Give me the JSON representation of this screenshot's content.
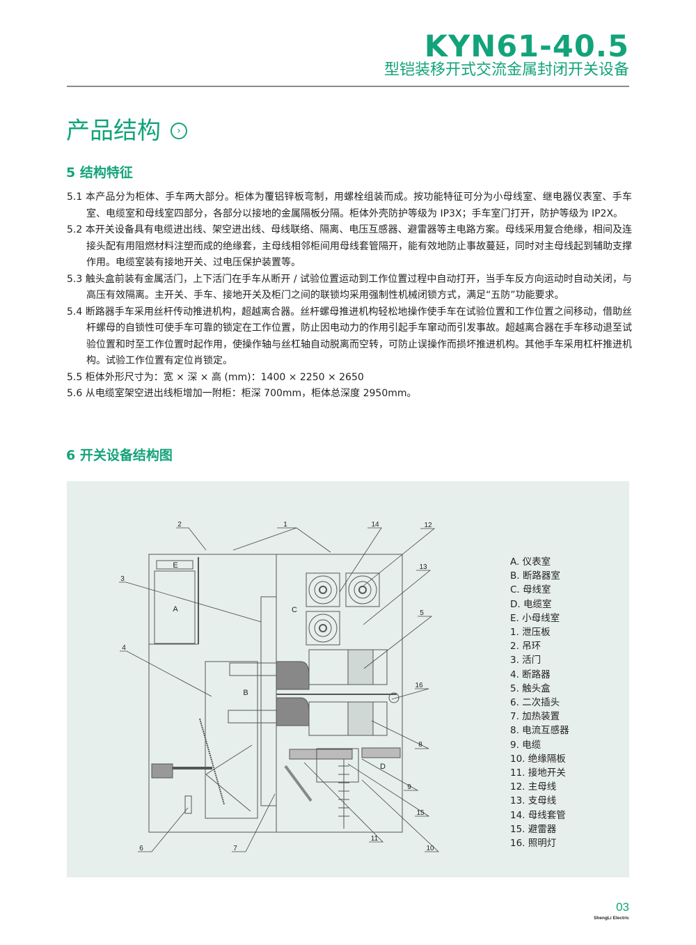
{
  "header": {
    "model": "KYN61-40.5",
    "subtitle": "型铠装移开式交流金属封闭开关设备"
  },
  "section": {
    "title": "产品结构",
    "icon": "chevron-right-circle-icon"
  },
  "features": {
    "heading": "5 结构特征",
    "items": [
      "5.1 本产品分为柜体、手车两大部分。柜体为覆铝锌板弯制，用螺栓组装而成。按功能特征可分为小母线室、继电器仪表室、手车室、电缆室和母线室四部分，各部分以接地的金属隔板分隔。柜体外壳防护等级为 IP3X；手车室门打开，防护等级为 IP2X。",
      "5.2 本开关设备具有电缆进出线、架空进出线、母线联络、隔离、电压互感器、避雷器等主电路方案。母线采用复合绝缘，相间及连接头配有用阻燃材料注塑而成的绝缘套，主母线相邻柜间用母线套管隔开，能有效地防止事故蔓延，同时对主母线起到辅助支撑作用。电缆室装有接地开关、过电压保护装置等。",
      "5.3 触头盒前装有金属活门，上下活门在手车从断开 / 试验位置运动到工作位置过程中自动打开，当手车反方向运动时自动关闭，与高压有效隔离。主开关、手车、接地开关及柜门之间的联锁均采用强制性机械闭锁方式，满足“五防”功能要求。",
      "5.4 断路器手车采用丝杆传动推进机构，超越离合器。丝杆螺母推进机构轻松地操作使手车在试验位置和工作位置之间移动，借助丝杆螺母的自锁性可使手车可靠的锁定在工作位置，防止因电动力的作用引起手车窜动而引发事故。超越离合器在手车移动退至试验位置和时至工作位置时起作用，使操作轴与丝杠轴自动脱离而空转，可防止误操作而损坏推进机构。其他手车采用杠杆推进机构。试验工作位置有定位肖锁定。",
      "5.5 柜体外形尺寸为：宽 × 深 × 高 (mm)：1400 × 2250 × 2650",
      "5.6 从电缆室架空进出线柜增加一附柜：柜深 700mm，柜体总深度 2950mm。"
    ]
  },
  "diagram": {
    "heading": "6 开关设备结构图",
    "compartments": [
      "A",
      "B",
      "C",
      "D",
      "E"
    ],
    "callouts": [
      "1",
      "2",
      "3",
      "4",
      "5",
      "6",
      "7",
      "8",
      "9",
      "10",
      "11",
      "12",
      "13",
      "14",
      "15",
      "16"
    ],
    "legend": [
      "A. 仪表室",
      "B. 断路器室",
      "C. 母线室",
      "D. 电缆室",
      "E. 小母线室",
      "1. 泄压板",
      "2. 吊环",
      "3. 活门",
      "4. 断路器",
      "5. 触头盒",
      "6. 二次插头",
      "7. 加热装置",
      "8. 电流互感器",
      "9. 电缆",
      "10. 绝缘隔板",
      "11. 接地开关",
      "12. 主母线",
      "13. 支母线",
      "14. 母线套管",
      "15. 避雷器",
      "16. 照明灯"
    ]
  },
  "footer": {
    "page": "03",
    "brand": "ShengLi Electric"
  },
  "colors": {
    "accent": "#13a37a",
    "panel": "#e6efec",
    "rule": "#8a8a8a"
  }
}
